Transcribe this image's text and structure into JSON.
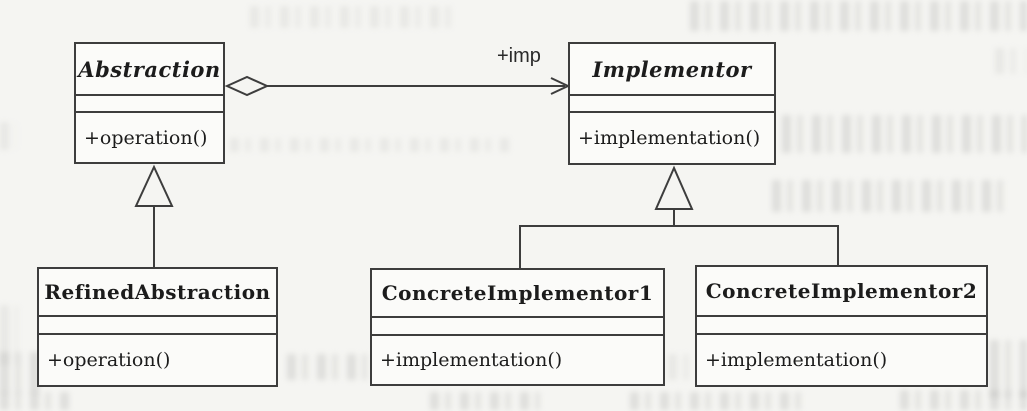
{
  "diagram": {
    "kind": "uml-class-diagram",
    "pattern": "Bridge",
    "classes": [
      {
        "name": "Abstraction",
        "stereotype": "abstract",
        "attributes": [],
        "methods": [
          "+operation()"
        ]
      },
      {
        "name": "Implementor",
        "stereotype": "abstract",
        "attributes": [],
        "methods": [
          "+implementation()"
        ]
      },
      {
        "name": "RefinedAbstraction",
        "stereotype": "concrete",
        "attributes": [],
        "methods": [
          "+operation()"
        ]
      },
      {
        "name": "ConcreteImplementor1",
        "stereotype": "concrete",
        "attributes": [],
        "methods": [
          "+implementation()"
        ]
      },
      {
        "name": "ConcreteImplementor2",
        "stereotype": "concrete",
        "attributes": [],
        "methods": [
          "+implementation()"
        ]
      }
    ],
    "relationships": [
      {
        "type": "aggregation",
        "from": "Abstraction",
        "to": "Implementor",
        "label": "+imp"
      },
      {
        "type": "generalization",
        "from": "RefinedAbstraction",
        "to": "Abstraction"
      },
      {
        "type": "generalization",
        "from": "ConcreteImplementor1",
        "to": "Implementor"
      },
      {
        "type": "generalization",
        "from": "ConcreteImplementor2",
        "to": "Implementor"
      }
    ],
    "colors": {
      "line": "#3d3d3d",
      "text": "#1c1c1c",
      "paper": "#f5f5f2",
      "box_fill": "#fbfbf9"
    }
  }
}
